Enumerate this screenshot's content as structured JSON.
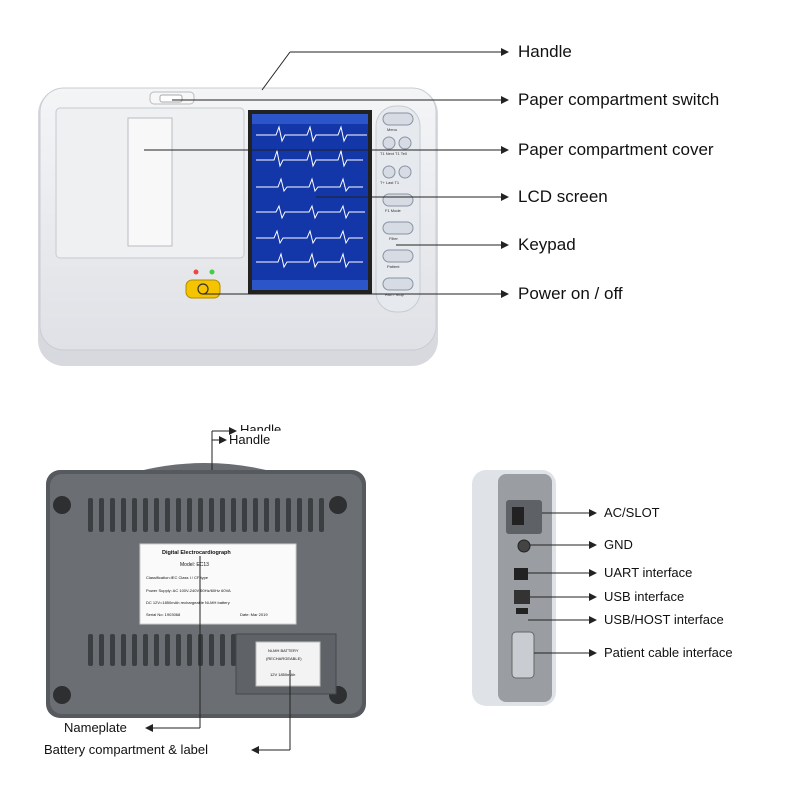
{
  "front_labels": {
    "handle": "Handle",
    "paper_switch": "Paper compartment  switch",
    "paper_cover": "Paper compartment cover",
    "lcd": "LCD screen",
    "keypad": "Keypad",
    "power": "Power on / off"
  },
  "back_labels": {
    "handle_top": "Handle",
    "handle": "Handle",
    "nameplate": "Nameplate",
    "battery": "Battery compartment & label"
  },
  "side_labels": {
    "ac_slot": "AC/SLOT",
    "gnd": "GND",
    "uart": "UART interface",
    "usb": "USB interface",
    "usb_host": "USB/HOST interface",
    "patient_cable": "Patient cable interface"
  },
  "keypad_keys": {
    "menu": "Menu",
    "nav1": "T1 Next  T1 Tell",
    "nav2": "T+ Last  T1",
    "mode": "F1 Mode",
    "filter": "Filter",
    "patient": "Patient",
    "run": "Run / Stop"
  },
  "nameplate": {
    "title": "Digital Electrocardiograph",
    "model": "Model:   EC13",
    "classification": "Classification:IEC Class I / CF type",
    "power": "Power Supply:   AC 100V-240V 50Hz/60Hz 60VA",
    "battery": "DC 12V=1850mAh rechargeable Ni-MH battery",
    "serial": "Serial No: 1903068",
    "date": "Date:  Mar 2019"
  },
  "battery_label": {
    "line1": "Ni-MH BATTERY",
    "line2": "(RECHARGEABLE)",
    "line3": "12V   1850mAh"
  },
  "colors": {
    "device_body": "#e9ebef",
    "screen_bg": "#1336a8",
    "power_button": "#f5c300",
    "back_panel": "#55595d",
    "line": "#222222"
  }
}
